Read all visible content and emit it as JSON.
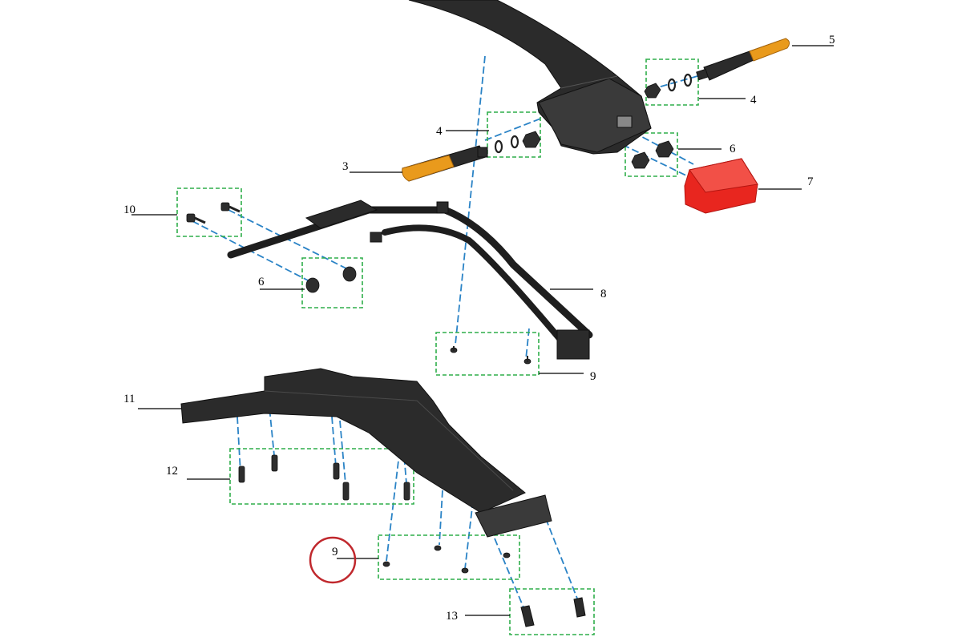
{
  "diagram": {
    "callouts": [
      {
        "id": "c5",
        "label": "5"
      },
      {
        "id": "c4a",
        "label": "4"
      },
      {
        "id": "c4b",
        "label": "4"
      },
      {
        "id": "c6a",
        "label": "6"
      },
      {
        "id": "c3",
        "label": "3"
      },
      {
        "id": "c7",
        "label": "7"
      },
      {
        "id": "c10",
        "label": "10"
      },
      {
        "id": "c6b",
        "label": "6"
      },
      {
        "id": "c8",
        "label": "8"
      },
      {
        "id": "c9a",
        "label": "9"
      },
      {
        "id": "c11",
        "label": "11"
      },
      {
        "id": "c12",
        "label": "12"
      },
      {
        "id": "c9b",
        "label": "9"
      },
      {
        "id": "c13",
        "label": "13"
      }
    ],
    "colors": {
      "part": "#2b2b2b",
      "turn_signal_lens": "#e99a1c",
      "tail_light": "#e8261f",
      "group_box": "#2fae4a",
      "assembly_axis": "#2a83c6",
      "highlight": "#c0282d"
    },
    "highlighted_callout": "9"
  }
}
